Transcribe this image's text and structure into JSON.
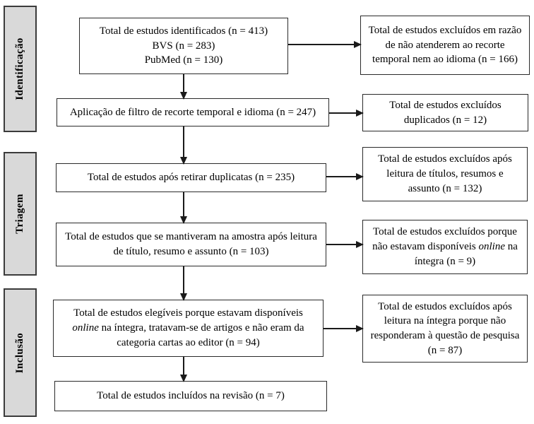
{
  "stages": [
    {
      "label": "Identificação"
    },
    {
      "label": "Triagem"
    },
    {
      "label": "Inclusão"
    }
  ],
  "main_boxes": [
    {
      "lines": [
        "Total de estudos identificados (n = 413)",
        "BVS (n = 283)",
        "PubMed (n = 130)"
      ]
    },
    {
      "text": "Aplicação de filtro de recorte temporal e idioma (n = 247)"
    },
    {
      "text": "Total de estudos após retirar duplicatas (n = 235)"
    },
    {
      "text": "Total de estudos que se mantiveram na amostra após leitura de título, resumo e assunto (n = 103)"
    },
    {
      "pre": "Total de estudos elegíveis porque estavam disponíveis ",
      "italic": "online",
      "post": " na íntegra, tratavam-se de artigos e não eram da categoria cartas ao editor (n = 94)"
    },
    {
      "text": "Total de estudos incluídos na revisão (n = 7)"
    }
  ],
  "excluded_boxes": [
    {
      "text": "Total de estudos excluídos em razão de não atenderem ao recorte temporal nem ao idioma (n = 166)"
    },
    {
      "text": "Total de estudos excluídos duplicados (n = 12)"
    },
    {
      "text": "Total de estudos excluídos após leitura de títulos, resumos e assunto (n = 132)"
    },
    {
      "pre": "Total de estudos excluídos porque não estavam disponíveis ",
      "italic": "online",
      "post": " na íntegra (n = 9)"
    },
    {
      "text": "Total de estudos excluídos após leitura na íntegra porque não responderam à questão de pesquisa (n = 87)"
    }
  ],
  "colors": {
    "stage_fill": "#d9d9d9",
    "stage_border": "#3b3b3b",
    "box_border": "#2a2a2a",
    "box_fill": "#ffffff",
    "arrow": "#1a1a1a",
    "text": "#000000"
  }
}
